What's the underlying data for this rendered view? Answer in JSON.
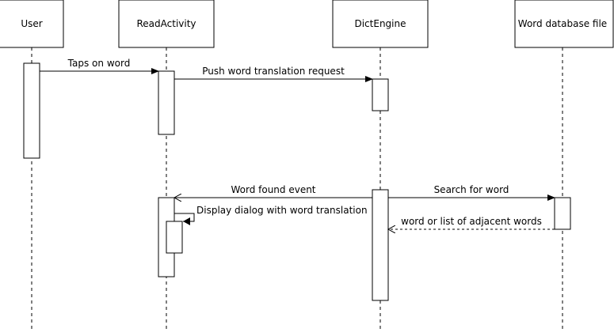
{
  "participants": [
    {
      "id": "user",
      "label": "User"
    },
    {
      "id": "read",
      "label": "ReadActivity"
    },
    {
      "id": "dict",
      "label": "DictEngine"
    },
    {
      "id": "db",
      "label": "Word database file"
    }
  ],
  "messages": [
    {
      "id": "m1",
      "from": "user",
      "to": "read",
      "label": "Taps on word",
      "style": "solid"
    },
    {
      "id": "m2",
      "from": "read",
      "to": "dict",
      "label": "Push word translation request",
      "style": "solid"
    },
    {
      "id": "m3",
      "from": "dict",
      "to": "read",
      "label": "Word found event",
      "style": "solid"
    },
    {
      "id": "m4",
      "from": "dict",
      "to": "db",
      "label": "Search for word",
      "style": "solid"
    },
    {
      "id": "m5",
      "from": "read",
      "to": "read",
      "label": "Display dialog with word translation",
      "style": "self"
    },
    {
      "id": "m6",
      "from": "db",
      "to": "dict",
      "label": "word or list of adjacent words",
      "style": "dashed"
    }
  ]
}
